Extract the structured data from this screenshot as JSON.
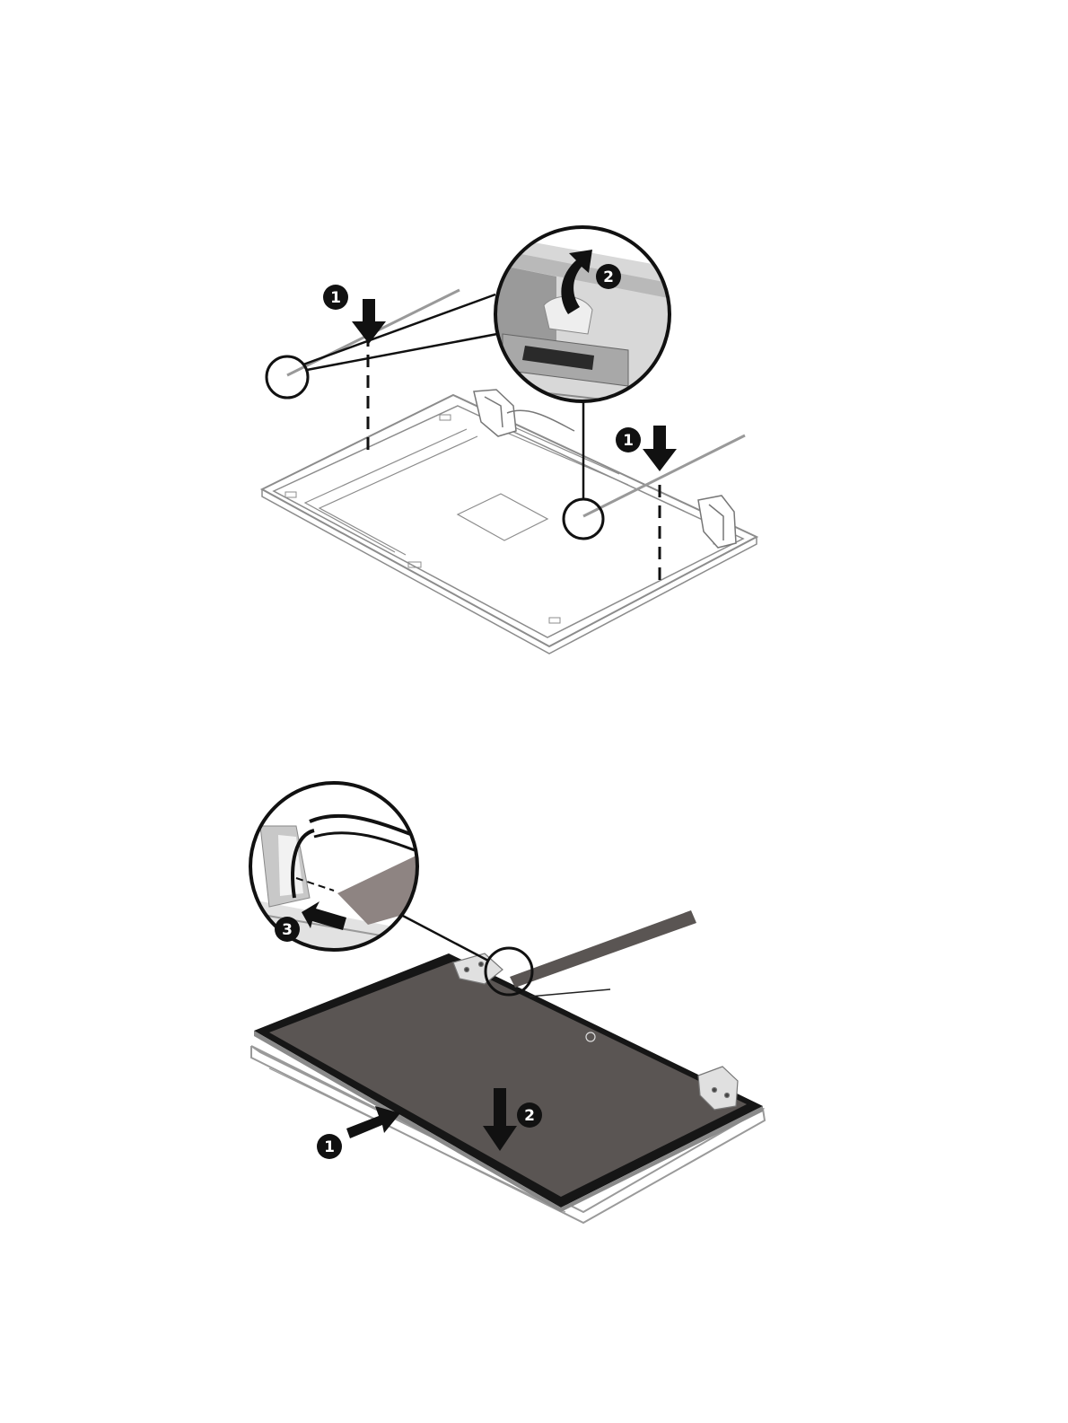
{
  "figure_1": {
    "callouts": [
      {
        "id": "c1-left",
        "label": "1"
      },
      {
        "id": "c1-right",
        "label": "1"
      },
      {
        "id": "c2",
        "label": "2"
      }
    ],
    "parts": [
      "antenna-cable-left",
      "antenna-cable-right",
      "display-back-cover",
      "hinge-left",
      "hinge-right",
      "magnified-tape-detail"
    ]
  },
  "figure_2": {
    "callouts": [
      {
        "id": "c1",
        "label": "1"
      },
      {
        "id": "c2",
        "label": "2"
      },
      {
        "id": "c3",
        "label": "3"
      }
    ],
    "parts": [
      "display-panel",
      "display-back-cover",
      "display-cable",
      "hinge-left",
      "hinge-right",
      "magnified-cable-detail"
    ]
  },
  "colors": {
    "line": "#1a1a1a",
    "cover_outline": "#8c8c8c",
    "panel": "#5a5553",
    "bezel": "#161616",
    "callout_fill": "#111111"
  }
}
